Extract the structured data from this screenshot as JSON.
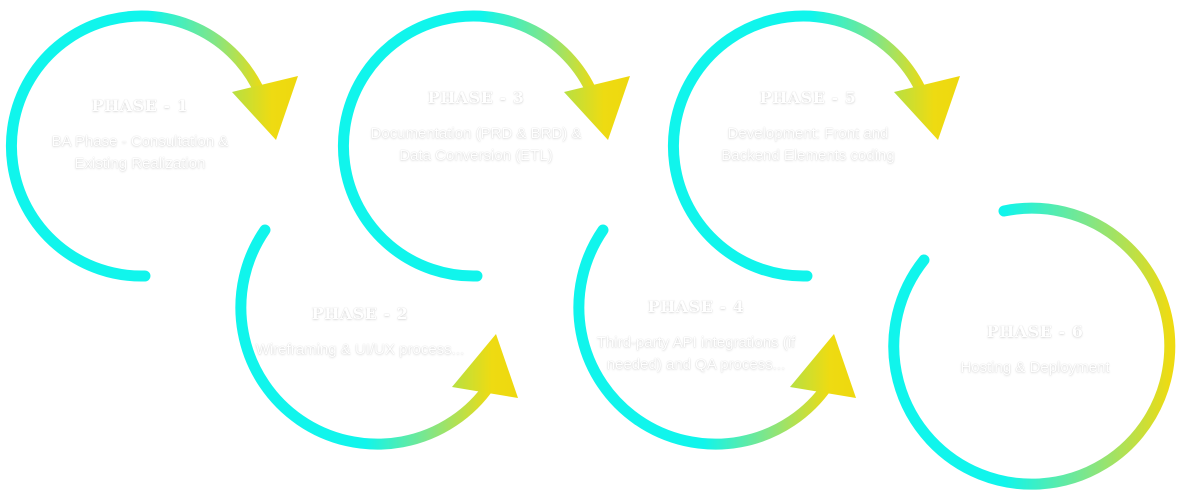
{
  "colors": {
    "ring_start": "#10f5ec",
    "ring_mid": "#7ee68a",
    "ring_end": "#eedb12",
    "text": "#ffffff"
  },
  "phases": [
    {
      "title": "PHASE - 1",
      "description": "BA Phase - Consultation & Existing Realization",
      "row": "top"
    },
    {
      "title": "PHASE - 2",
      "description": "Wireframing & UI/UX process...",
      "row": "bottom"
    },
    {
      "title": "PHASE - 3",
      "description": "Documentation (PRD & BRD) & Data Conversion (ETL)",
      "row": "top"
    },
    {
      "title": "PHASE - 4",
      "description": "Third-party API integrations (if needed) and QA process...",
      "row": "bottom"
    },
    {
      "title": "PHASE - 5",
      "description": "Development: Front and Backend Elements coding",
      "row": "top"
    },
    {
      "title": "PHASE - 6",
      "description": "Hosting & Deployment",
      "row": "bottom"
    }
  ]
}
